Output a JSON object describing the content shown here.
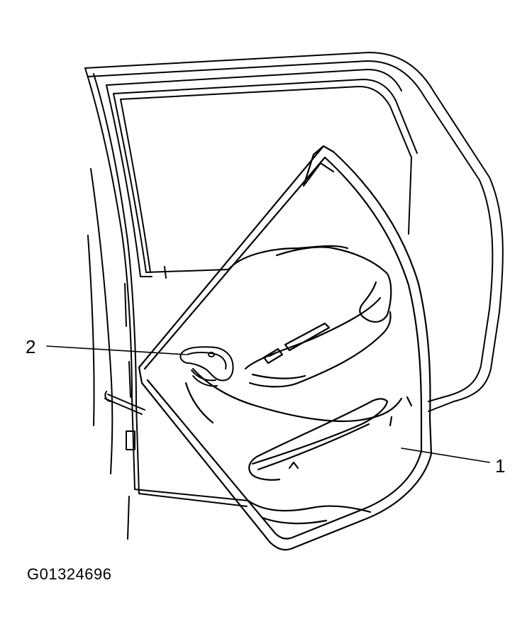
{
  "callouts": [
    {
      "number": "1"
    },
    {
      "number": "2"
    }
  ],
  "figure_id": "G01324696"
}
